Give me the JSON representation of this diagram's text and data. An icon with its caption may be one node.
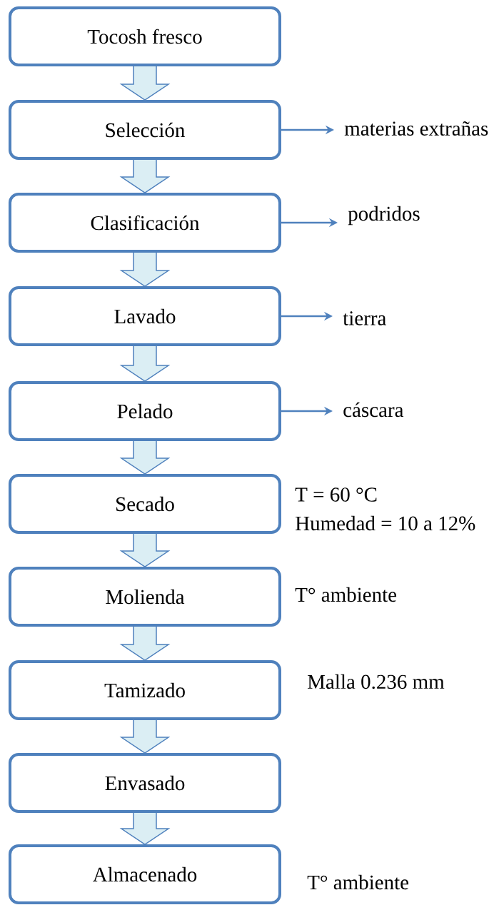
{
  "diagram": {
    "nodes": [
      {
        "text": [
          "Tocosh fresco"
        ]
      },
      {
        "text": [
          "Selección"
        ]
      },
      {
        "text": [
          "Clasificación"
        ]
      },
      {
        "text": [
          "Lavado"
        ]
      },
      {
        "text": [
          "Pelado"
        ]
      },
      {
        "text": [
          "Secado"
        ],
        "beside": [
          "T = 60 °C",
          "Humedad = 10 a 12%"
        ]
      },
      {
        "text": [
          "Molienda"
        ],
        "beside": [
          "T° ambiente"
        ]
      },
      {
        "text": [
          "Tamizado"
        ],
        "beside": [
          "Malla 0.236 mm"
        ]
      },
      {
        "text": [
          "Envasado"
        ]
      },
      {
        "text": [
          "Almacenado"
        ],
        "beside": [
          "T° ambiente"
        ]
      },
      {
        "text": [
          "materias extrañas"
        ]
      },
      {
        "text": [
          "podridos"
        ]
      },
      {
        "text": [
          "tierra"
        ]
      },
      {
        "text": [
          "cáscara"
        ]
      }
    ],
    "edges": [
      {
        "from": 0,
        "to": 1,
        "arrow": "to"
      },
      {
        "from": 1,
        "to": 2,
        "arrow": "to"
      },
      {
        "from": 2,
        "to": 3,
        "arrow": "to"
      },
      {
        "from": 3,
        "to": 4,
        "arrow": "to"
      },
      {
        "from": 4,
        "to": 5,
        "arrow": "to"
      },
      {
        "from": 5,
        "to": 6,
        "arrow": "to"
      },
      {
        "from": 6,
        "to": 7,
        "arrow": "to"
      },
      {
        "from": 7,
        "to": 8,
        "arrow": "to"
      },
      {
        "from": 8,
        "to": 9,
        "arrow": "to"
      },
      {
        "from": 1,
        "to": 10,
        "arrow": "to"
      },
      {
        "from": 2,
        "to": 11,
        "arrow": "to"
      },
      {
        "from": 3,
        "to": 12,
        "arrow": "to"
      },
      {
        "from": 4,
        "to": 13,
        "arrow": "to"
      }
    ]
  }
}
